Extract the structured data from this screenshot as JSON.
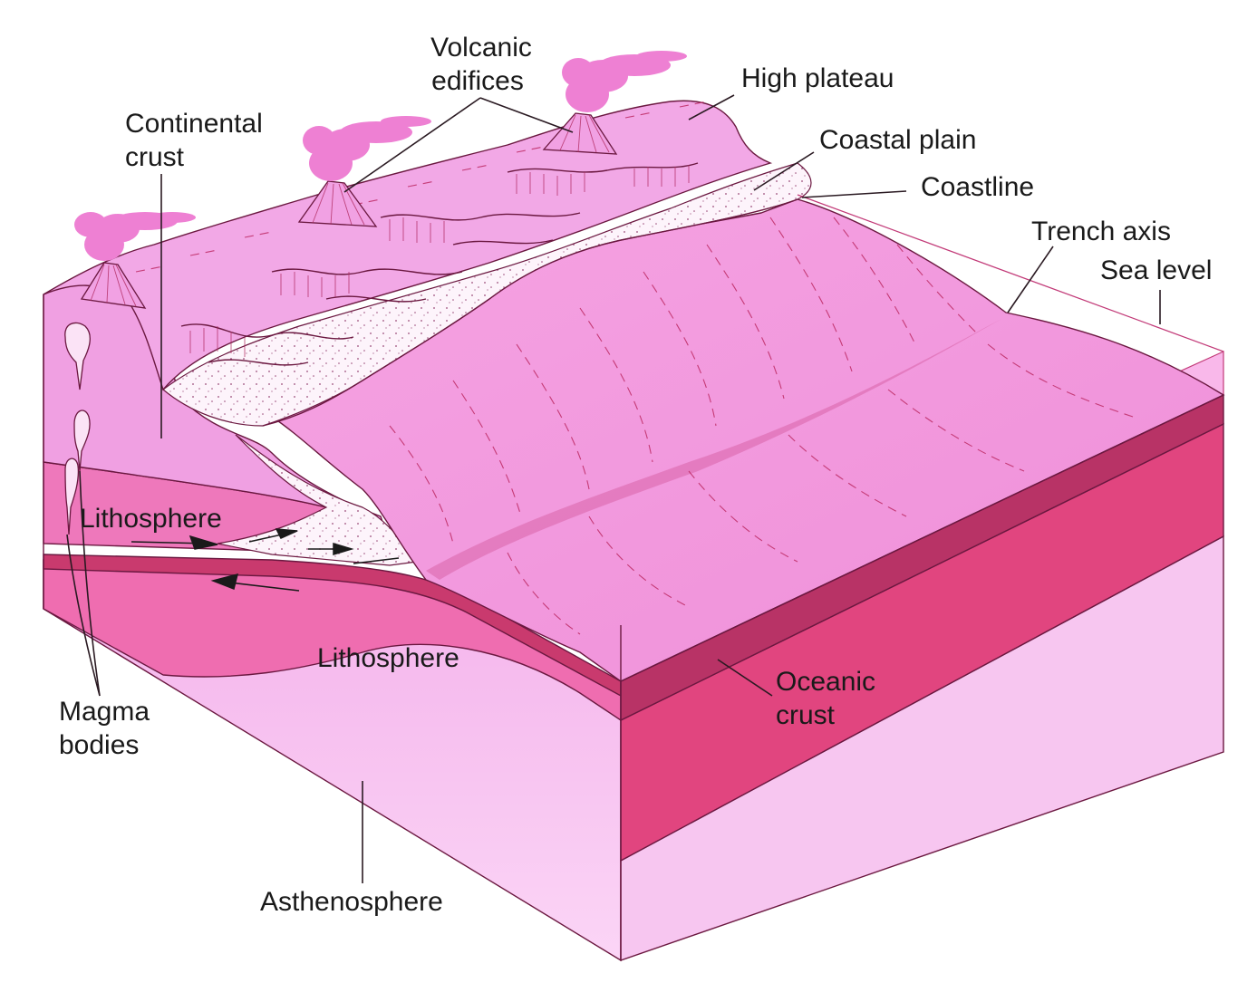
{
  "labels": {
    "volcanic_edifices_1": "Volcanic",
    "volcanic_edifices_2": "edifices",
    "high_plateau": "High plateau",
    "continental_crust_1": "Continental",
    "continental_crust_2": "crust",
    "coastal_plain": "Coastal plain",
    "coastline": "Coastline",
    "trench_axis": "Trench axis",
    "sea_level": "Sea level",
    "lithosphere_upper": "Lithosphere",
    "lithosphere_lower": "Lithosphere",
    "oceanic_crust_1": "Oceanic",
    "oceanic_crust_2": "crust",
    "magma_bodies_1": "Magma",
    "magma_bodies_2": "bodies",
    "asthenosphere": "Asthenosphere"
  },
  "colors": {
    "ocean_surface": "#f49ae0",
    "land_surface": "#f2a9e6",
    "oceanic_crust": "#c93a6e",
    "lithosphere": "#e95fa4",
    "asthenosphere": "#f7c1ef",
    "coastal_sediment": "#fdf4fb",
    "ash_cloud": "#ee7fd2",
    "outline": "#6b1840"
  }
}
